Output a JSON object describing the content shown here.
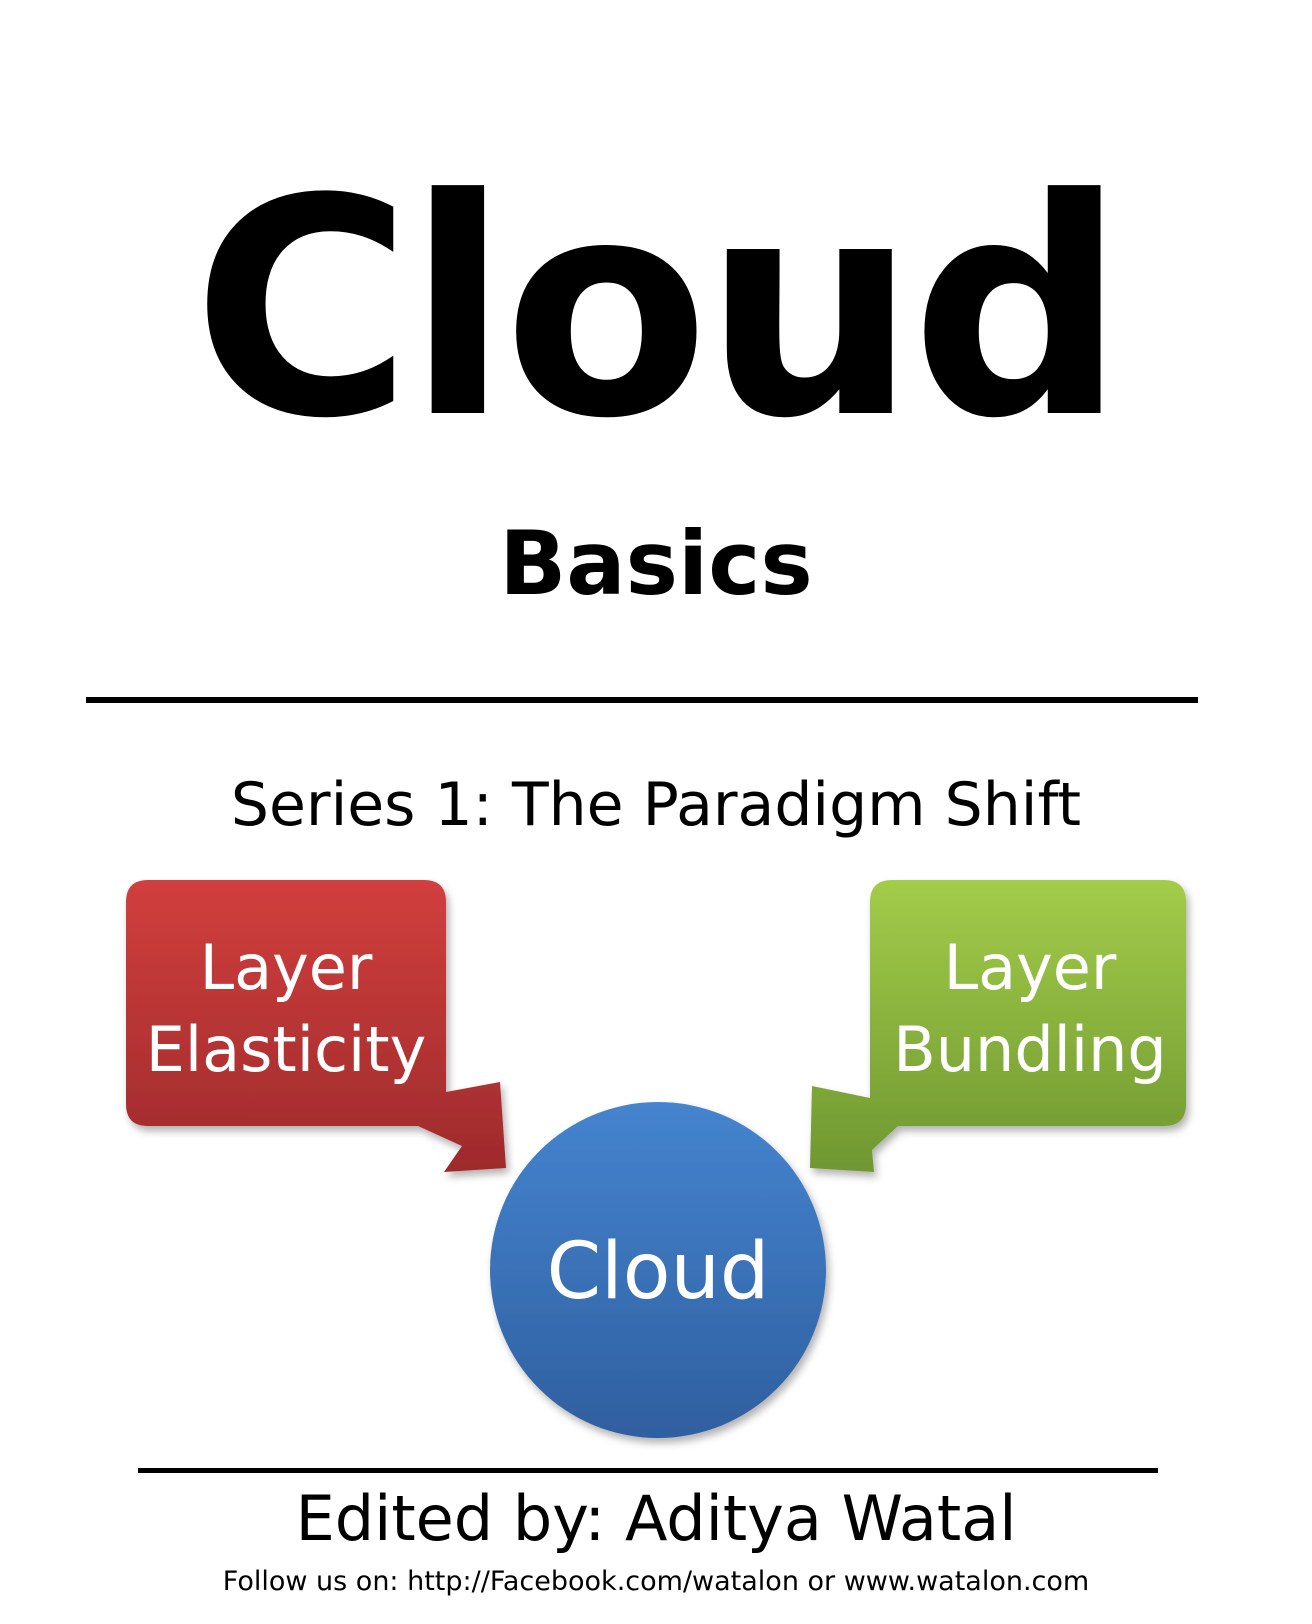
{
  "cover": {
    "title": "Cloud",
    "subtitle": "Basics",
    "series": "Series 1: The Paradigm Shift",
    "editor": "Edited by: Aditya Watal",
    "follow": "Follow us on: http://Facebook.com/watalon or www.watalon.com"
  },
  "diagram": {
    "left_box": {
      "line1": "Layer",
      "line2": "Elasticity",
      "color": "#c0393b"
    },
    "right_box": {
      "line1": "Layer",
      "line2": "Bundling",
      "color": "#8cb43c"
    },
    "center": {
      "label": "Cloud",
      "color": "#3f78c2"
    }
  }
}
